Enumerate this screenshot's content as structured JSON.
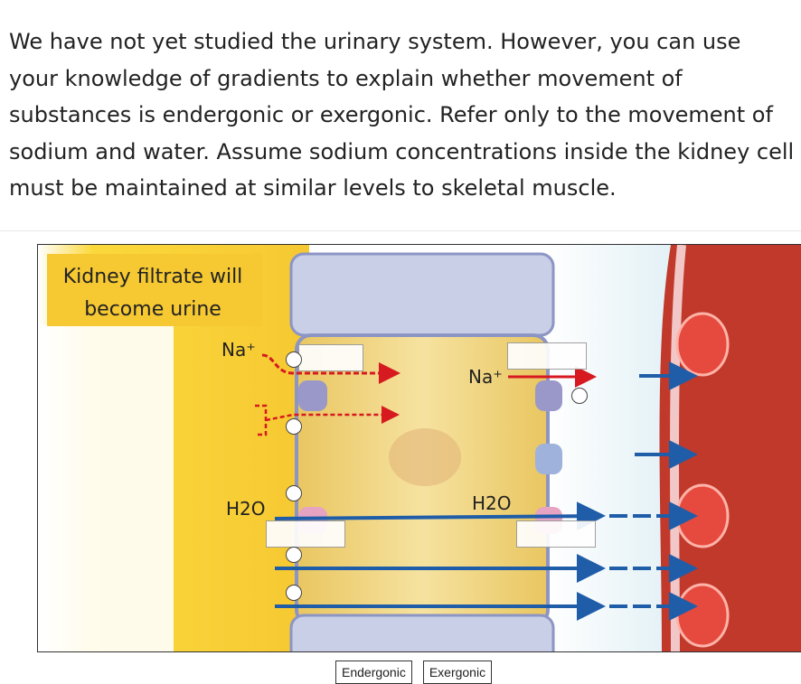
{
  "question": {
    "text": "We have not yet studied the urinary system.  However, you can use your knowledge of gradients to explain whether movement of substances is endergonic or exergonic.  Refer only to the movement of sodium and water.  Assume sodium concentrations inside the kidney cell must be maintained at similar levels to skeletal muscle."
  },
  "figure": {
    "filtrate_label": "Kidney filtrate will become urine",
    "na_left": "Na⁺",
    "na_right": "Na⁺",
    "h2o_left": "H2O",
    "h2o_right": "H2O",
    "colors": {
      "filtrate": "#f6c832",
      "cell": "#f1d78a",
      "sodium_arrow": "#d71920",
      "water_arrow": "#1f5da8",
      "vessel": "#c0392b"
    }
  },
  "choices": [
    "Endergonic",
    "Exergonic"
  ]
}
